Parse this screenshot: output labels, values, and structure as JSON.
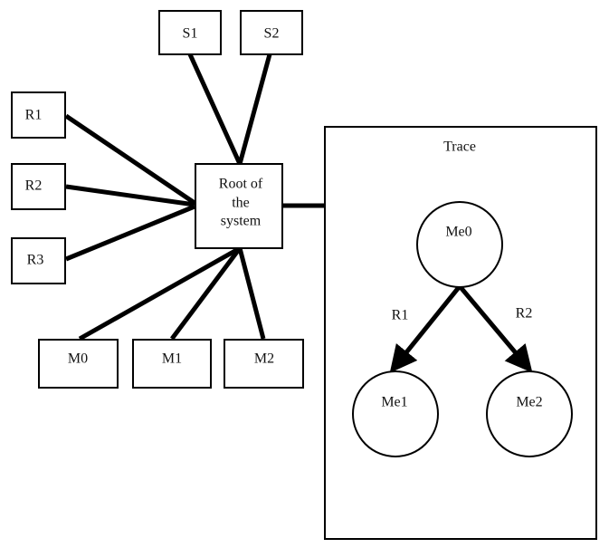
{
  "diagram": {
    "root_box": {
      "lines": [
        "Root of",
        "the",
        "system"
      ]
    },
    "s_boxes": [
      "S1",
      "S2"
    ],
    "r_boxes": [
      "R1",
      "R2",
      "R3"
    ],
    "m_boxes": [
      "M0",
      "M1",
      "M2"
    ],
    "trace_panel": {
      "title": "Trace",
      "nodes": [
        "Me0",
        "Me1",
        "Me2"
      ],
      "edge_labels": [
        "R1",
        "R2"
      ]
    },
    "colors": {
      "stroke": "#000000",
      "fill": "#ffffff",
      "text": "#111111"
    }
  }
}
